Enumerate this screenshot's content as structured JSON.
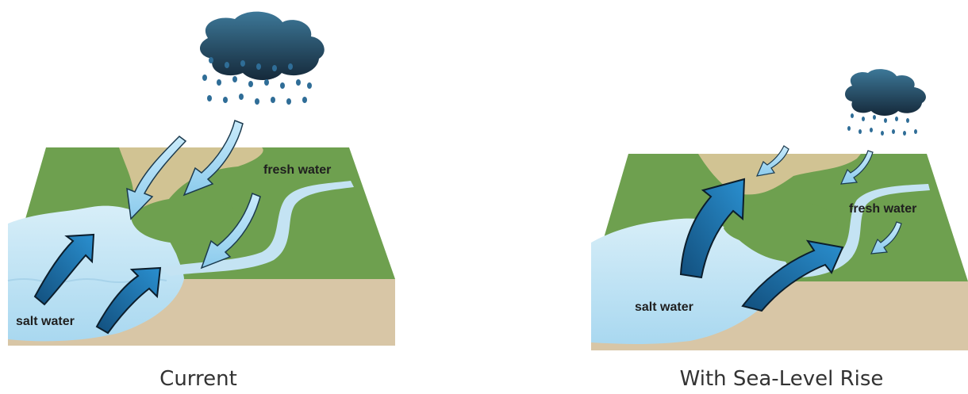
{
  "panels": [
    {
      "caption": "Current",
      "labels": {
        "fresh": "fresh water",
        "salt": "salt water"
      }
    },
    {
      "caption": "With Sea-Level Rise",
      "labels": {
        "fresh": "fresh water",
        "salt": "salt water"
      }
    }
  ],
  "colors": {
    "land": "#6ea04f",
    "soil": "#d8c6a6",
    "path": "#dcc79a",
    "water": "#c4e3f3",
    "fresh_arrow": "#a9d9f2",
    "salt_arrow": "#1c78b0",
    "cloud": "#294f68",
    "rain": "#2f6d97"
  }
}
